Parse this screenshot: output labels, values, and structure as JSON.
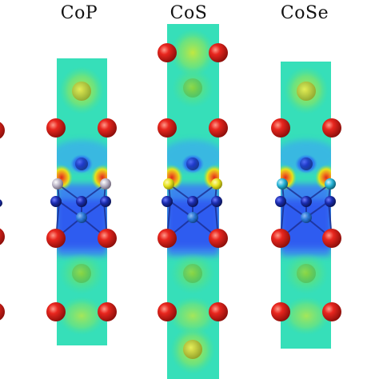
{
  "panels": [
    {
      "id": "cop",
      "label": "CoP",
      "dopant_color": "#b9b2c4"
    },
    {
      "id": "cos",
      "label": "CoS",
      "dopant_color": "#e6e21c"
    },
    {
      "id": "cose",
      "label": "CoSe",
      "dopant_color": "#27b3d6"
    }
  ],
  "atom_colors": {
    "oxygen": "#e0201c",
    "cobalt": "#1b2db0",
    "hydrogen_like": "#2a7fd8"
  },
  "colormap": [
    "#1f4fe6",
    "#2a8cf0",
    "#33d6c8",
    "#4fe08a",
    "#9be64a",
    "#e6e21c",
    "#f08a1e",
    "#e02b1a"
  ]
}
